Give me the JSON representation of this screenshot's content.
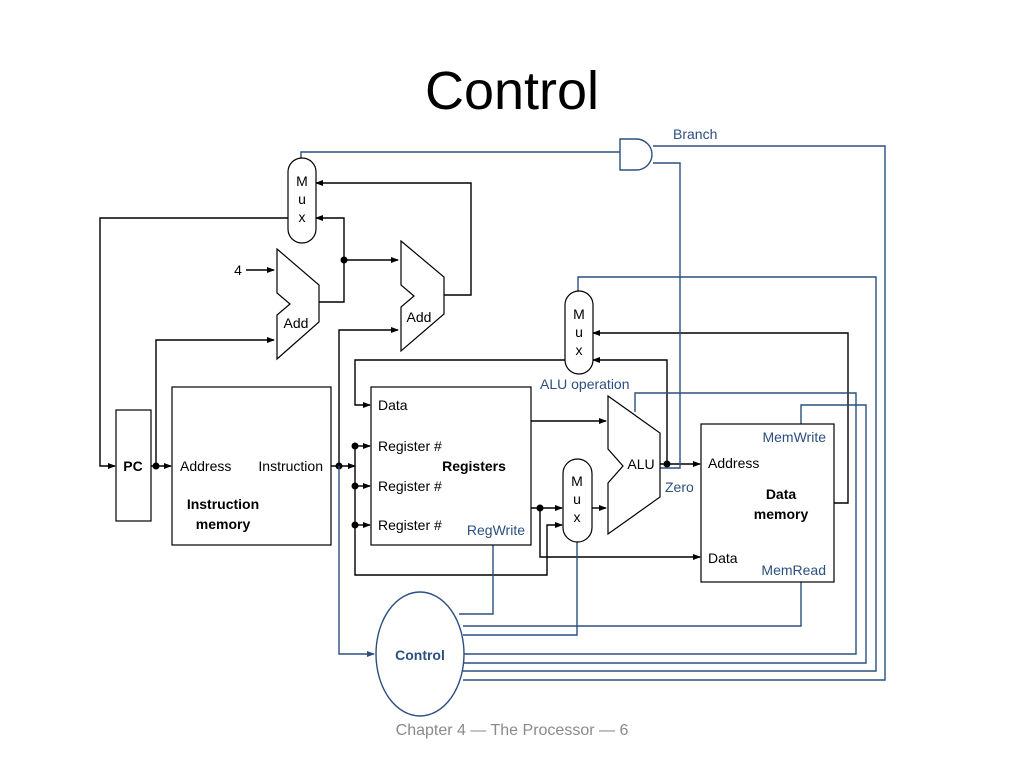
{
  "slide": {
    "title": "Control",
    "footer": "Chapter 4 — The Processor — 6"
  },
  "diagram": {
    "pc": "PC",
    "four": "4",
    "add1": "Add",
    "add2": "Add",
    "mux_top": [
      "M",
      "u",
      "x"
    ],
    "mux_alu_src": [
      "M",
      "u",
      "x"
    ],
    "mux_wb": [
      "M",
      "u",
      "x"
    ],
    "imem": {
      "address": "Address",
      "instruction": "Instruction",
      "name1": "Instruction",
      "name2": "memory"
    },
    "regs": {
      "data": "Data",
      "reg1": "Register #",
      "reg2": "Register #",
      "reg3": "Register #",
      "name": "Registers",
      "regwrite": "RegWrite"
    },
    "alu": {
      "label": "ALU",
      "zero": "Zero",
      "operation": "ALU operation"
    },
    "dmem": {
      "memwrite": "MemWrite",
      "address": "Address",
      "name1": "Data",
      "name2": "memory",
      "data": "Data",
      "memread": "MemRead"
    },
    "control": "Control",
    "branch": "Branch",
    "colors": {
      "control_lines": "#2b4f80",
      "datapath": "#000000",
      "footer": "#8a8a8a"
    }
  }
}
